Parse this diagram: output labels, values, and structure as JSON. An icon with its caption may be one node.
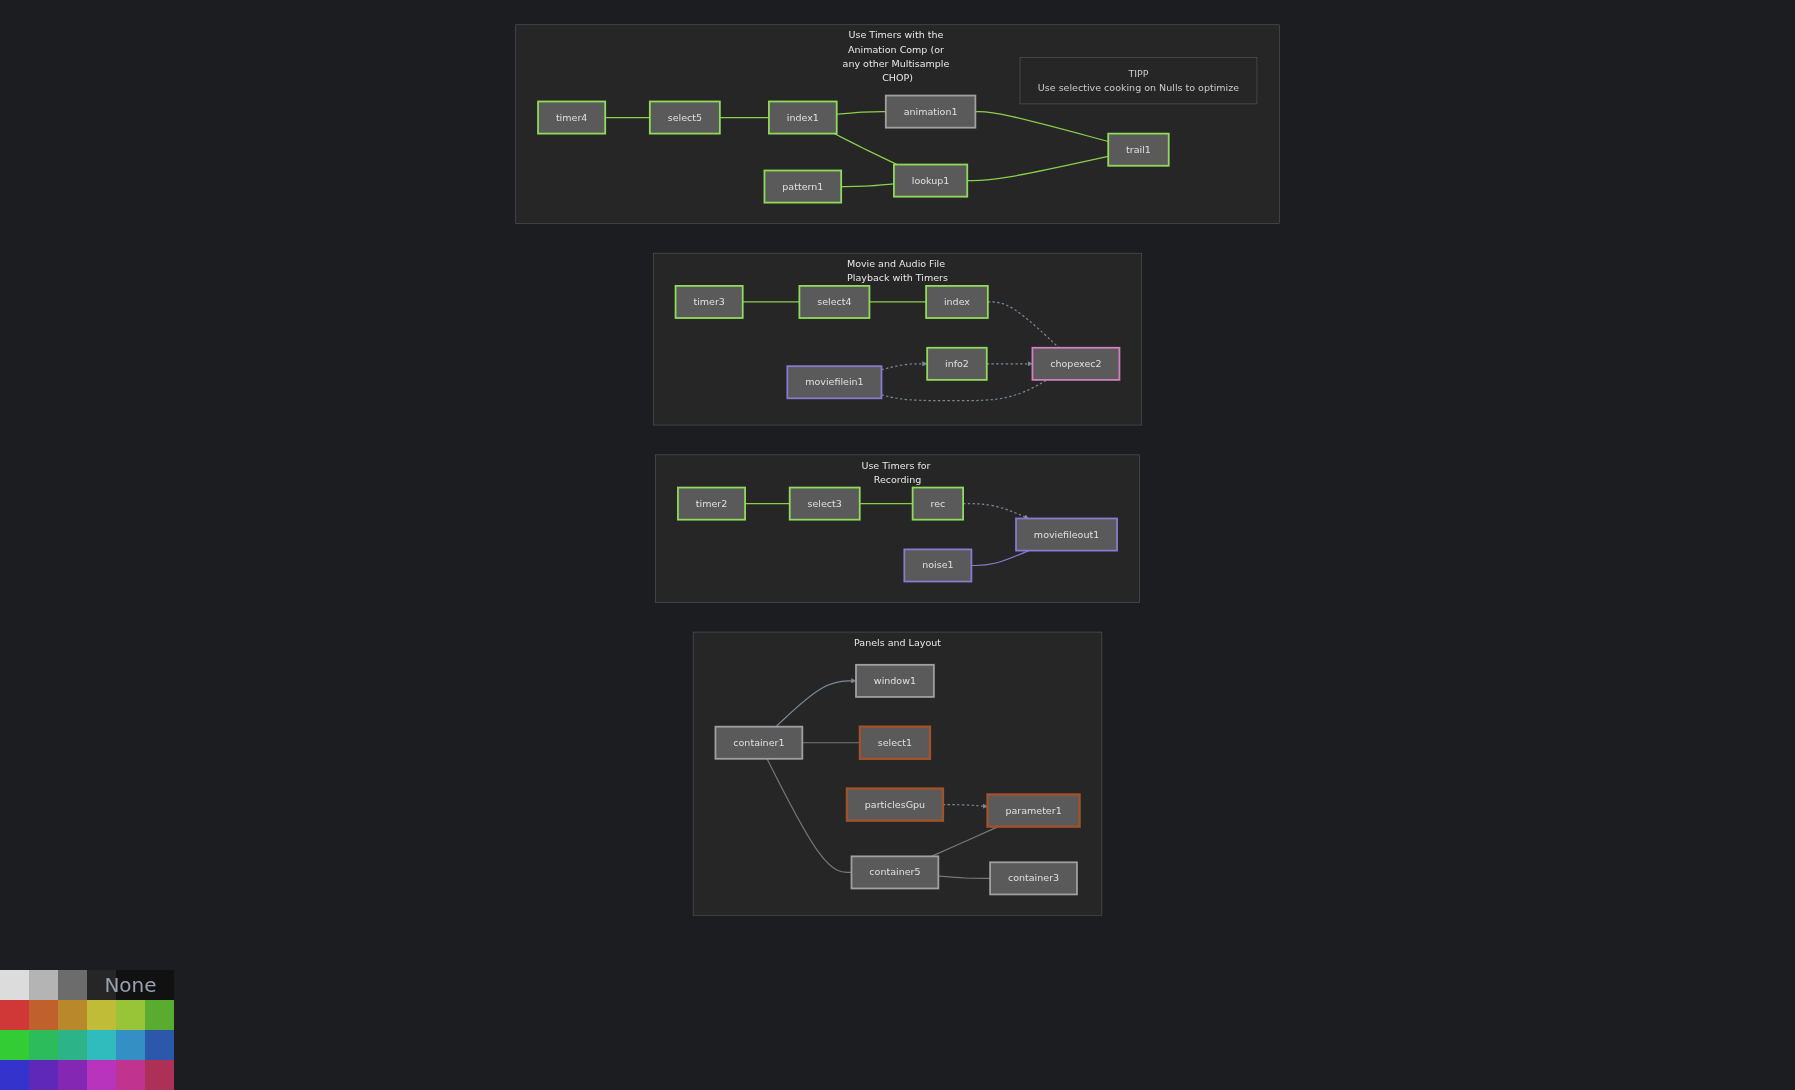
{
  "diagram": {
    "nodes": [
      {
        "text": [
          "Panels and Layout"
        ]
      },
      {
        "text": [
          "window1"
        ],
        "in": 0
      },
      {
        "text": [
          "container1"
        ],
        "in": 0
      },
      {
        "text": [
          "particlesGpu"
        ],
        "in": 0
      },
      {
        "text": [
          "container5"
        ],
        "in": 0
      },
      {
        "text": [
          "select1"
        ],
        "in": 0
      },
      {
        "text": [
          "parameter1"
        ],
        "in": 0
      },
      {
        "text": [
          "container3"
        ],
        "in": 0
      },
      {
        "text": [
          "Use Timers for Recording"
        ]
      },
      {
        "text": [
          "timer2"
        ],
        "in": 8
      },
      {
        "text": [
          "select3"
        ],
        "in": 8
      },
      {
        "text": [
          "rec"
        ],
        "in": 8
      },
      {
        "text": [
          "noise1"
        ],
        "in": 8
      },
      {
        "text": [
          "moviefileout1"
        ],
        "in": 8
      },
      {
        "text": [
          "Movie and Audio File Playback with Timers"
        ]
      },
      {
        "text": [
          "timer3"
        ],
        "in": 14
      },
      {
        "text": [
          "select4"
        ],
        "in": 14
      },
      {
        "text": [
          "index"
        ],
        "in": 14
      },
      {
        "text": [
          "info2"
        ],
        "in": 14
      },
      {
        "text": [
          "chopexec2"
        ],
        "in": 14
      },
      {
        "text": [
          "moviefilein1"
        ],
        "in": 14
      },
      {
        "text": [
          "Use Timers with the Animation Comp (or any other Multisample CHOP)"
        ]
      },
      {
        "text": [
          "TIPP",
          "Use selective cooking on Nulls to optimize"
        ],
        "in": 21
      },
      {
        "text": [
          "timer4"
        ],
        "in": 21
      },
      {
        "text": [
          "select5"
        ],
        "in": 21
      },
      {
        "text": [
          "index1"
        ],
        "in": 21
      },
      {
        "text": [
          "animation1"
        ],
        "in": 21
      },
      {
        "text": [
          "lookup1"
        ],
        "in": 21
      },
      {
        "text": [
          "pattern1"
        ],
        "in": 21
      },
      {
        "text": [
          "trail1"
        ],
        "in": 21
      }
    ],
    "edges": [
      {
        "from": 2,
        "to": 1,
        "arrow": "to",
        "color": "#7a8a9a"
      },
      {
        "from": 2,
        "to": 5,
        "arrow": "none",
        "color": "#777777"
      },
      {
        "from": 2,
        "to": 4,
        "arrow": "none",
        "color": "#777777"
      },
      {
        "from": 4,
        "to": 6,
        "arrow": "none",
        "color": "#777777"
      },
      {
        "from": 4,
        "to": 7,
        "arrow": "none",
        "color": "#777777"
      },
      {
        "from": 3,
        "to": 6,
        "arrow": "to",
        "style": "dashed",
        "color": "#7a8a9a"
      },
      {
        "from": 9,
        "to": 10,
        "arrow": "none"
      },
      {
        "from": 10,
        "to": 11,
        "arrow": "none"
      },
      {
        "from": 11,
        "to": 13,
        "arrow": "to",
        "style": "dashed",
        "color": "#7a8a9a"
      },
      {
        "from": 12,
        "to": 13,
        "arrow": "none",
        "color": "#8a7ad0"
      },
      {
        "from": 15,
        "to": 16,
        "arrow": "none"
      },
      {
        "from": 16,
        "to": 17,
        "arrow": "none"
      },
      {
        "from": 18,
        "to": 19,
        "arrow": "to",
        "style": "dashed",
        "color": "#7a8a9a"
      },
      {
        "from": 17,
        "to": 19,
        "arrow": "none",
        "style": "dashed",
        "color": "#7a8a9a"
      },
      {
        "from": 20,
        "to": 18,
        "arrow": "to",
        "style": "dashed",
        "color": "#7a8a9a"
      },
      {
        "from": 20,
        "to": 19,
        "arrow": "none",
        "style": "dashed",
        "color": "#7a8a9a"
      },
      {
        "from": 23,
        "to": 24,
        "arrow": "none"
      },
      {
        "from": 24,
        "to": 25,
        "arrow": "none"
      },
      {
        "from": 25,
        "to": 26,
        "arrow": "none"
      },
      {
        "from": 25,
        "to": 27,
        "arrow": "none"
      },
      {
        "from": 28,
        "to": 27,
        "arrow": "none"
      },
      {
        "from": 26,
        "to": 29,
        "arrow": "none"
      },
      {
        "from": 27,
        "to": 29,
        "arrow": "none"
      }
    ],
    "labels": [
      "None"
    ]
  }
}
